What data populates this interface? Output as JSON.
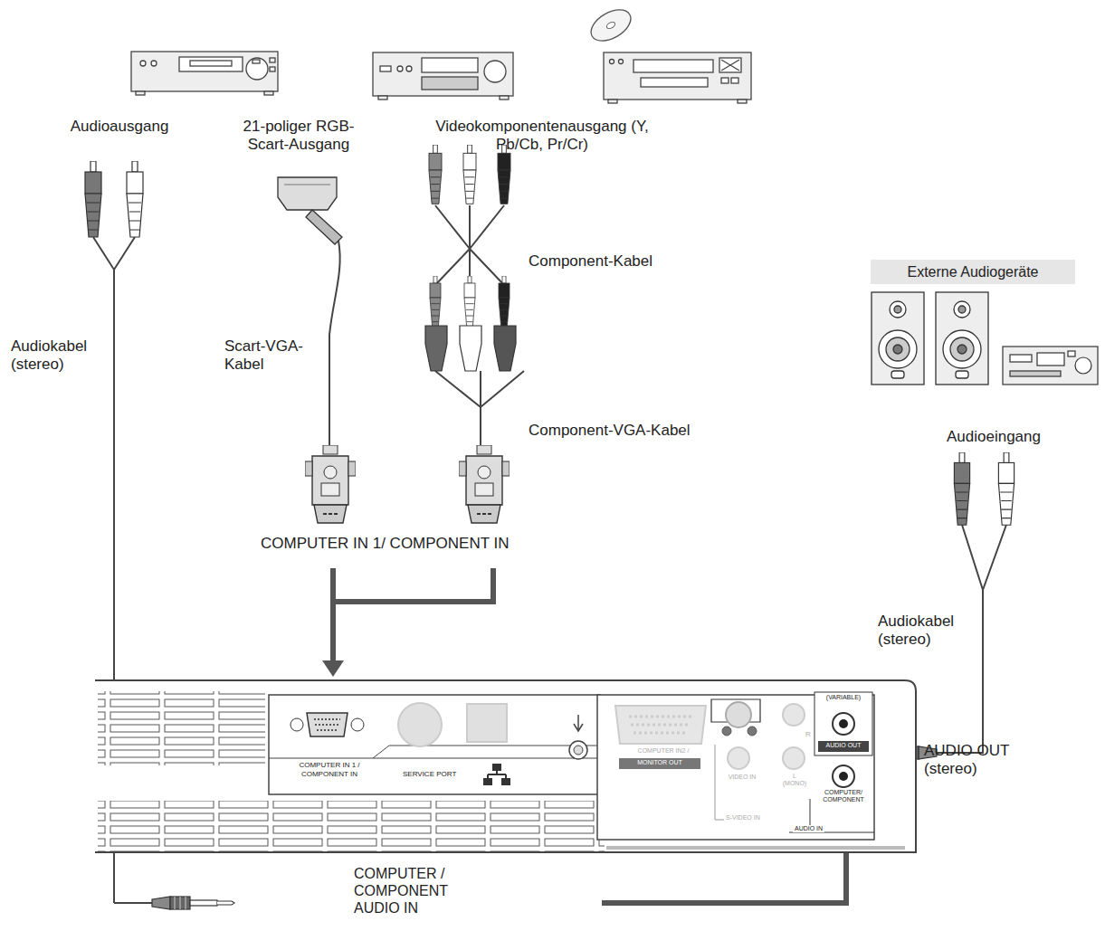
{
  "diagram": {
    "nodes": [
      {
        "text": [
          "Externe Audiogeräte"
        ]
      }
    ],
    "labels": [
      "Audioausgang",
      "21-poliger RGB-Scart-Ausgang",
      "Videokomponentenausgang (Y, Pb/Cb, Pr/Cr)",
      "Component-Kabel",
      "Audiokabel (stereo)",
      "Scart-VGA-Kabel",
      "Component-VGA-Kabel",
      "Audioeingang",
      "COMPUTER IN 1/ COMPONENT IN",
      "Audiokabel (stereo)",
      "AUDIO OUT (stereo)",
      "COMPUTER / COMPONENT AUDIO IN",
      "COMPUTER IN 1 / COMPONENT IN",
      "SERVICE PORT",
      "COMPUTER IN2 /",
      "MONITOR OUT",
      "R",
      "VIDEO IN",
      "L (MONO)",
      "S-VIDEO IN",
      "(VARIABLE)",
      "AUDIO OUT",
      "COMPUTER/ COMPONENT",
      "AUDIO IN"
    ]
  }
}
